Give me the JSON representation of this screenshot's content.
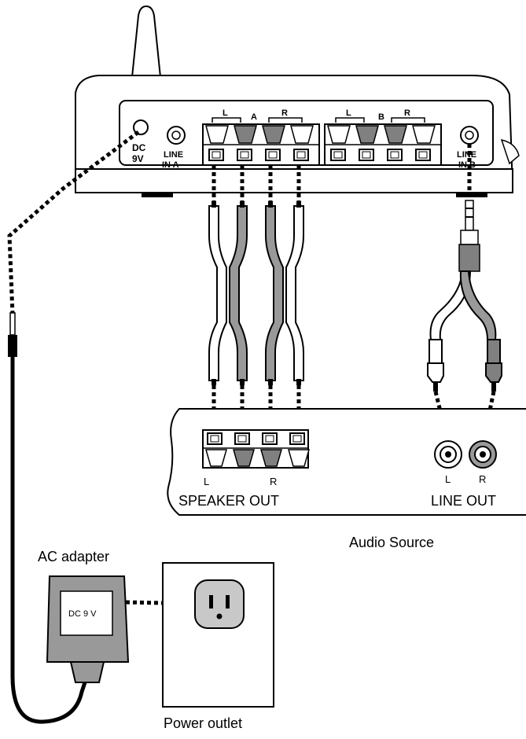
{
  "device": {
    "dc_label_1": "DC",
    "dc_label_2": "9V",
    "line_in_a_1": "LINE",
    "line_in_a_2": "IN A",
    "line_in_b_1": "LINE",
    "line_in_b_2": "IN B",
    "group_a": "A",
    "group_b": "B",
    "left": "L",
    "right": "R"
  },
  "audio_source": {
    "title": "Audio Source",
    "speaker_out_label": "SPEAKER OUT",
    "line_out_label": "LINE OUT",
    "left": "L",
    "right": "R"
  },
  "adapter": {
    "title": "AC adapter",
    "face_label": "DC 9 V"
  },
  "outlet": {
    "title": "Power outlet"
  },
  "colors": {
    "gray_dark": "#808080",
    "gray_mid": "#999999",
    "gray_light": "#c8c8c8",
    "outline": "#000000"
  }
}
